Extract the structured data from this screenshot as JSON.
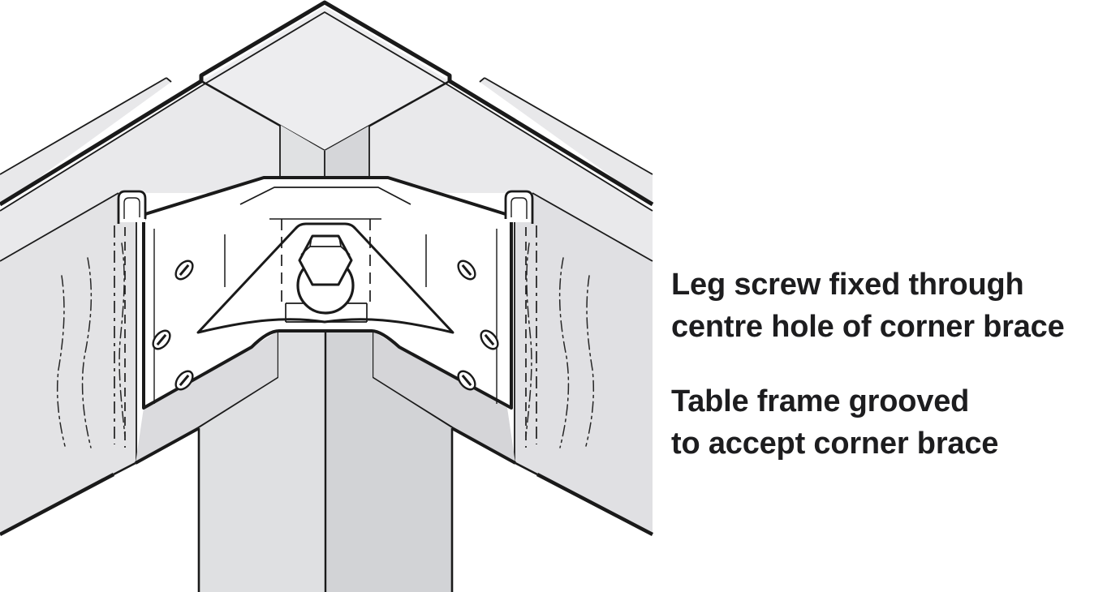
{
  "palette": {
    "ink": "#1a1a1a",
    "paper": "#ffffff",
    "tabletop_fill": "#ededef",
    "underside_band_fill": "#e9e9eb",
    "rail_left_fill": "#e3e3e5",
    "rail_right_fill": "#e0e0e3",
    "leg_left_fill": "#dfe0e2",
    "leg_right_fill": "#d2d3d6",
    "block_left_fill": "#dbdbde",
    "block_right_fill": "#d5d5d8",
    "brace_fill": "#ffffff",
    "text_color": "#1d1d1f"
  },
  "diagram": {
    "parts": [
      "table-top",
      "left-frame-rail",
      "right-frame-rail",
      "table-leg",
      "corner-brace",
      "leg-screw-nut",
      "groove-hidden-lines",
      "brace-screw-holes"
    ]
  },
  "captions": {
    "leg_screw": {
      "line1": "Leg screw fixed through",
      "line2": "centre hole of corner brace"
    },
    "table_frame": {
      "line1": "Table frame grooved",
      "line2": "to accept corner brace"
    }
  }
}
